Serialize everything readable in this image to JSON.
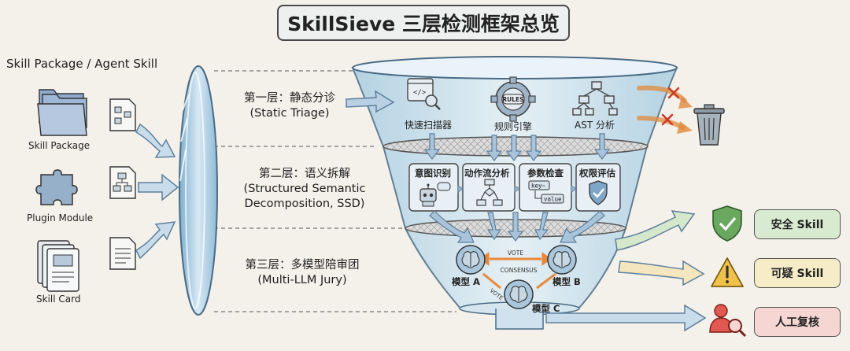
{
  "title": "SkillSieve 三层检测框架总览",
  "input": {
    "heading": "Skill Package / Agent Skill",
    "sources": [
      {
        "label": "Skill Package",
        "icon": "folder-stack-icon"
      },
      {
        "label": "Plugin Module",
        "icon": "puzzle-piece-icon"
      },
      {
        "label": "Skill Card",
        "icon": "card-stack-icon"
      }
    ]
  },
  "layers": [
    {
      "title": "第一层：静态分诊",
      "subtitle": "(Static Triage)"
    },
    {
      "title": "第二层：语义拆解",
      "subtitle": "(Structured Semantic",
      "subtitle2": "Decomposition, SSD)"
    },
    {
      "title": "第三层：多模型陪审团",
      "subtitle": "(Multi-LLM Jury)"
    }
  ],
  "layer1_tools": [
    {
      "label": "快速扫描器",
      "icon": "code-scan-icon"
    },
    {
      "label": "规则引擎",
      "icon": "rules-gear-icon",
      "badge": "RULES"
    },
    {
      "label": "AST 分析",
      "icon": "ast-tree-icon"
    }
  ],
  "layer2_steps": [
    {
      "label": "意图识别",
      "icon": "robot-chat-icon"
    },
    {
      "label": "动作流分析",
      "icon": "flowchart-icon"
    },
    {
      "label": "参数检查",
      "icon": "key-value-icon",
      "key_text": "key~",
      "value_text": "value"
    },
    {
      "label": "权限评估",
      "icon": "shield-check-icon"
    }
  ],
  "jury": {
    "models": [
      "模型 A",
      "模型 B",
      "模型 C"
    ],
    "vote_label": "VOTE",
    "consensus_label": "CONSENSUS"
  },
  "outputs": [
    {
      "label": "安全 Skill",
      "icon": "shield-check-icon",
      "color": "#5fa35a",
      "box_color": "#d8ead0"
    },
    {
      "label": "可疑 Skill",
      "icon": "warning-triangle-icon",
      "color": "#e8b93a",
      "box_color": "#f6ecc8"
    },
    {
      "label": "人工复核",
      "icon": "person-search-icon",
      "color": "#d9534f",
      "box_color": "#f6d6d2"
    }
  ],
  "discard_icon": "trash-bin-icon",
  "colors": {
    "funnel_blue": "#bcd8e8",
    "arrow_blue": "#8fb3d1",
    "vote_orange": "#e8893a",
    "reject_red": "#d9573a"
  }
}
